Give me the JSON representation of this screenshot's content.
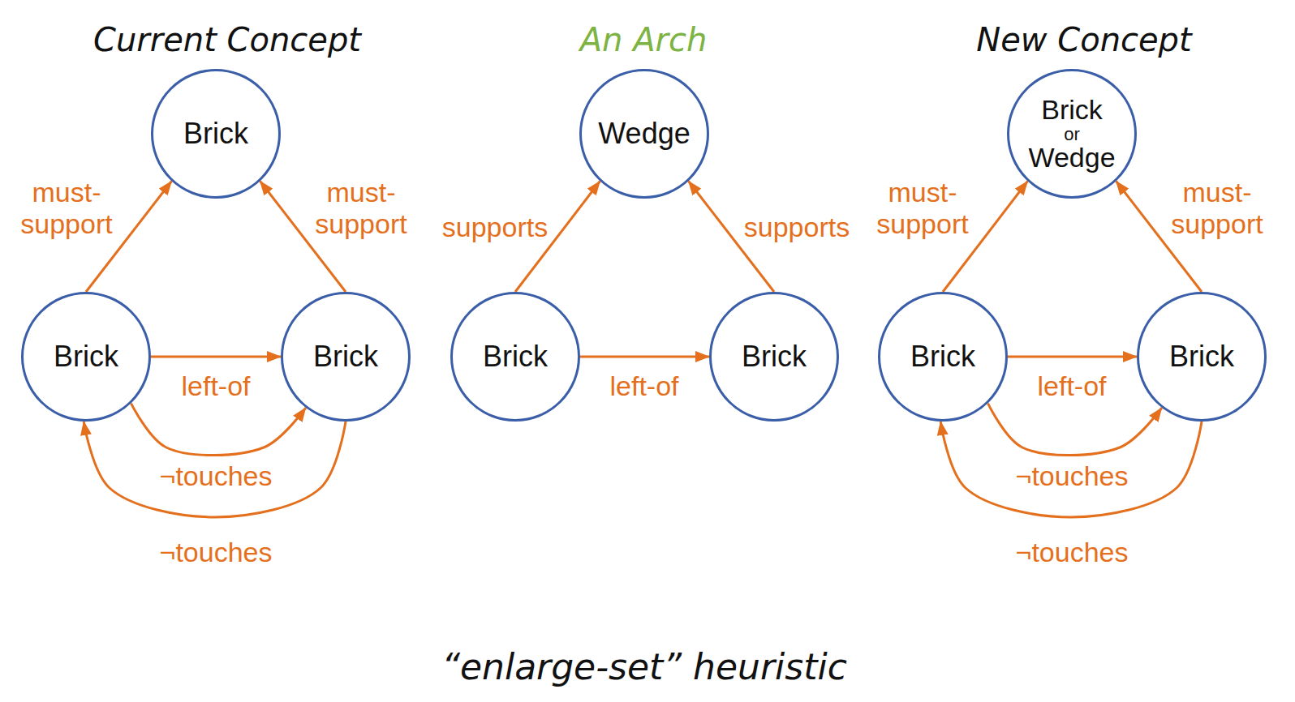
{
  "diagram": {
    "caption": "“enlarge-set” heuristic",
    "nodes": [
      {
        "text": [
          "Brick"
        ]
      },
      {
        "text": [
          "Brick"
        ]
      },
      {
        "text": [
          "Brick"
        ]
      },
      {
        "text": [
          "Wedge"
        ]
      },
      {
        "text": [
          "Brick"
        ]
      },
      {
        "text": [
          "Brick"
        ]
      },
      {
        "text": [
          "Brick",
          "or",
          "Wedge"
        ]
      },
      {
        "text": [
          "Brick"
        ]
      },
      {
        "text": [
          "Brick"
        ]
      }
    ],
    "edges": [
      {
        "from": 1,
        "to": 0,
        "arrow": "to",
        "label": "must- support"
      },
      {
        "from": 2,
        "to": 0,
        "arrow": "to",
        "label": "must- support"
      },
      {
        "from": 1,
        "to": 2,
        "arrow": "to",
        "label": "left-of"
      },
      {
        "from": 1,
        "to": 2,
        "arrow": "to",
        "label": "¬touches"
      },
      {
        "from": 2,
        "to": 1,
        "arrow": "to",
        "label": "¬touches"
      },
      {
        "from": 4,
        "to": 3,
        "arrow": "to",
        "label": "supports"
      },
      {
        "from": 5,
        "to": 3,
        "arrow": "to",
        "label": "supports"
      },
      {
        "from": 4,
        "to": 5,
        "arrow": "to",
        "label": "left-of"
      },
      {
        "from": 7,
        "to": 6,
        "arrow": "to",
        "label": "must- support"
      },
      {
        "from": 8,
        "to": 6,
        "arrow": "to",
        "label": "must- support"
      },
      {
        "from": 7,
        "to": 8,
        "arrow": "to",
        "label": "left-of"
      },
      {
        "from": 7,
        "to": 8,
        "arrow": "to",
        "label": "¬touches"
      },
      {
        "from": 8,
        "to": 7,
        "arrow": "to",
        "label": "¬touches"
      }
    ],
    "labels": [
      "Current Concept",
      "An Arch",
      "New Concept"
    ]
  }
}
